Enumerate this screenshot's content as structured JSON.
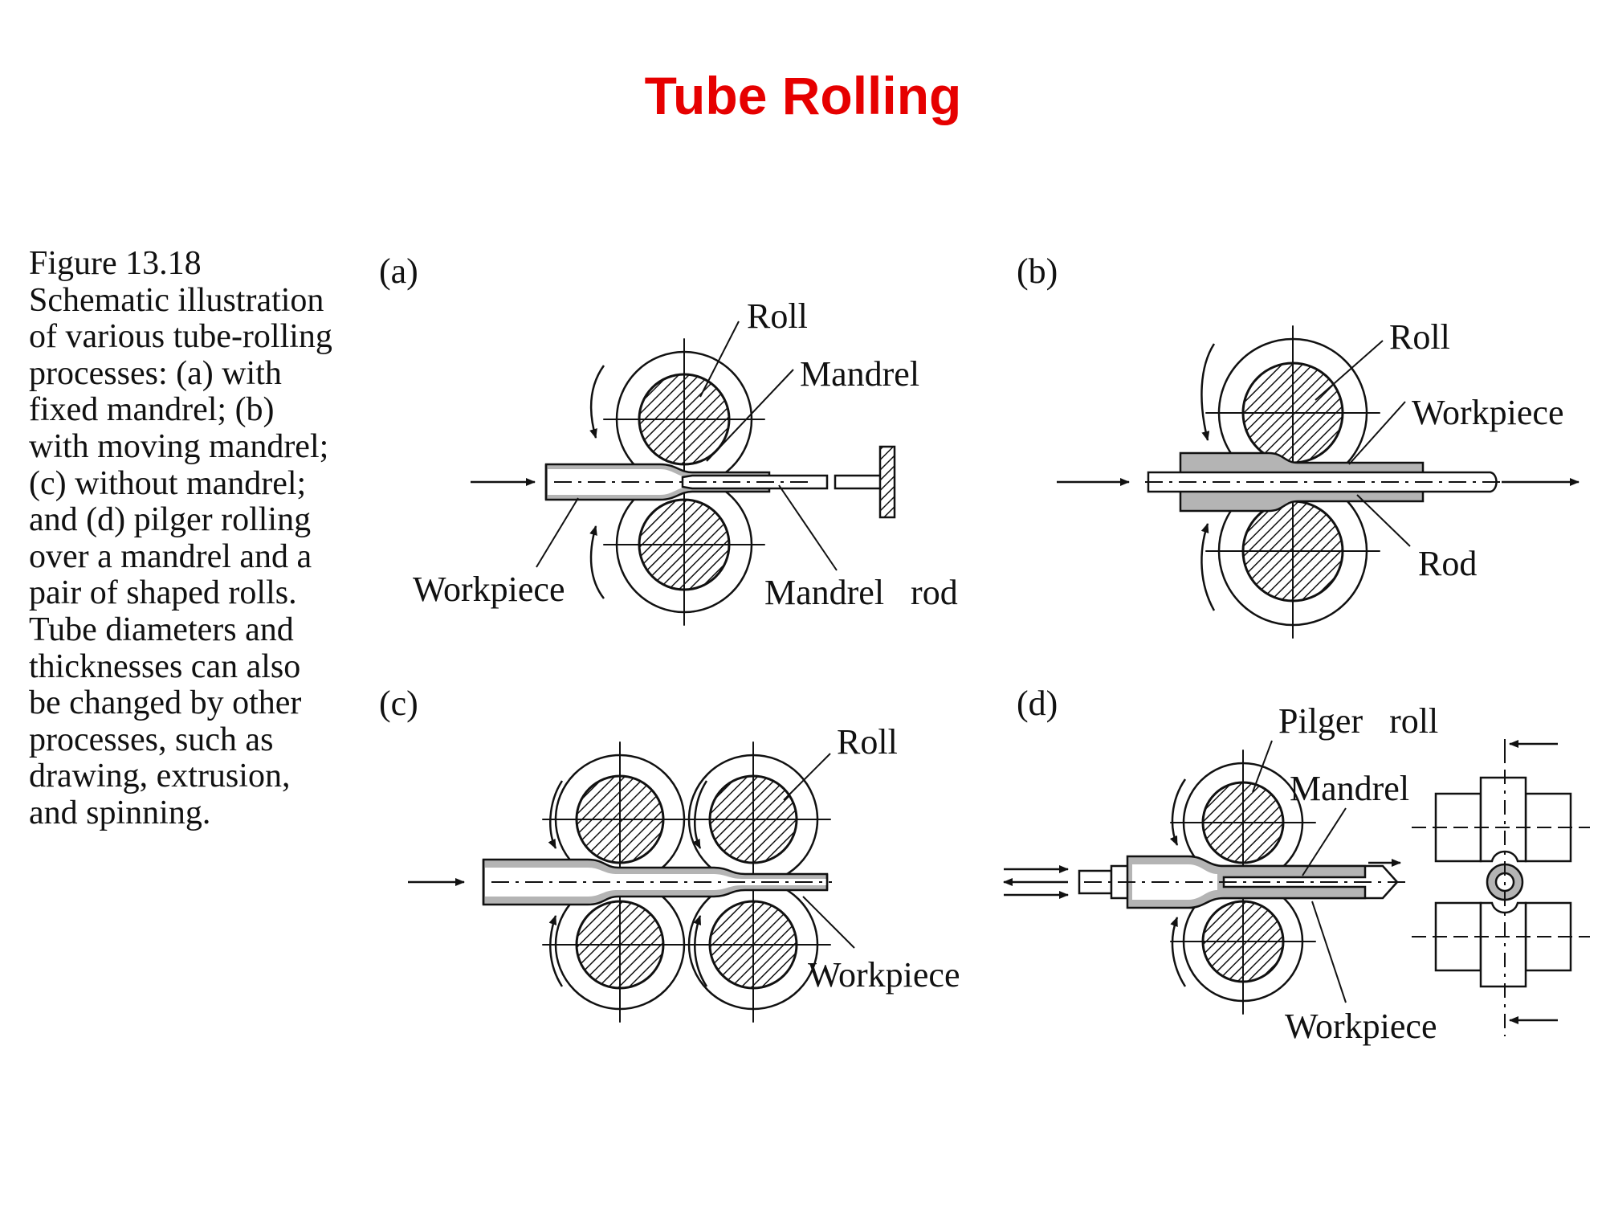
{
  "slide": {
    "title": "Tube Rolling"
  },
  "caption": {
    "lines": [
      "Figure 13.18",
      "Schematic illustration",
      "of various tube-rolling",
      "processes: (a) with",
      "fixed mandrel; (b)",
      "with moving mandrel;",
      "(c) without mandrel;",
      "and (d) pilger rolling",
      "over a mandrel and a",
      "pair of shaped rolls.",
      "Tube diameters and",
      "thicknesses can also",
      "be changed by other",
      "processes, such as",
      "drawing, extrusion,",
      "and spinning."
    ]
  },
  "panels": {
    "a": {
      "tag": "(a)",
      "roll": "Roll",
      "mandrel": "Mandrel",
      "workpiece": "Workpiece",
      "mandrel_rod": "Mandrel   rod"
    },
    "b": {
      "tag": "(b)",
      "roll": "Roll",
      "workpiece": "Workpiece",
      "rod": "Rod"
    },
    "c": {
      "tag": "(c)",
      "roll": "Roll",
      "workpiece": "Workpiece"
    },
    "d": {
      "tag": "(d)",
      "pilger_roll": "Pilger   roll",
      "mandrel": "Mandrel",
      "workpiece": "Workpiece"
    }
  },
  "colors": {
    "title": "#e60000",
    "ink": "#111111",
    "tube": "#b4b4b4",
    "background": "#ffffff"
  }
}
